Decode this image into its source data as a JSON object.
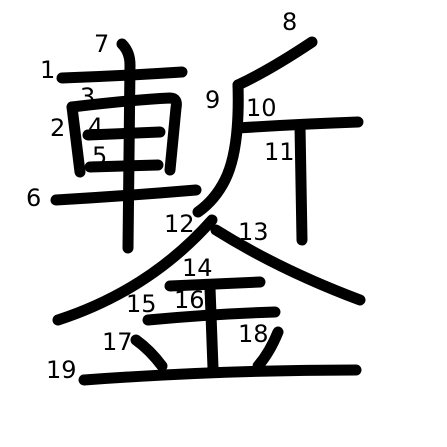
{
  "glyph": {
    "character": "鏨",
    "stroke_color": "#000000",
    "background": "#ffffff",
    "stroke_numbers": [
      "1",
      "2",
      "3",
      "4",
      "5",
      "6",
      "7",
      "8",
      "9",
      "10",
      "11",
      "12",
      "13",
      "14",
      "15",
      "16",
      "17",
      "18",
      "19"
    ]
  }
}
